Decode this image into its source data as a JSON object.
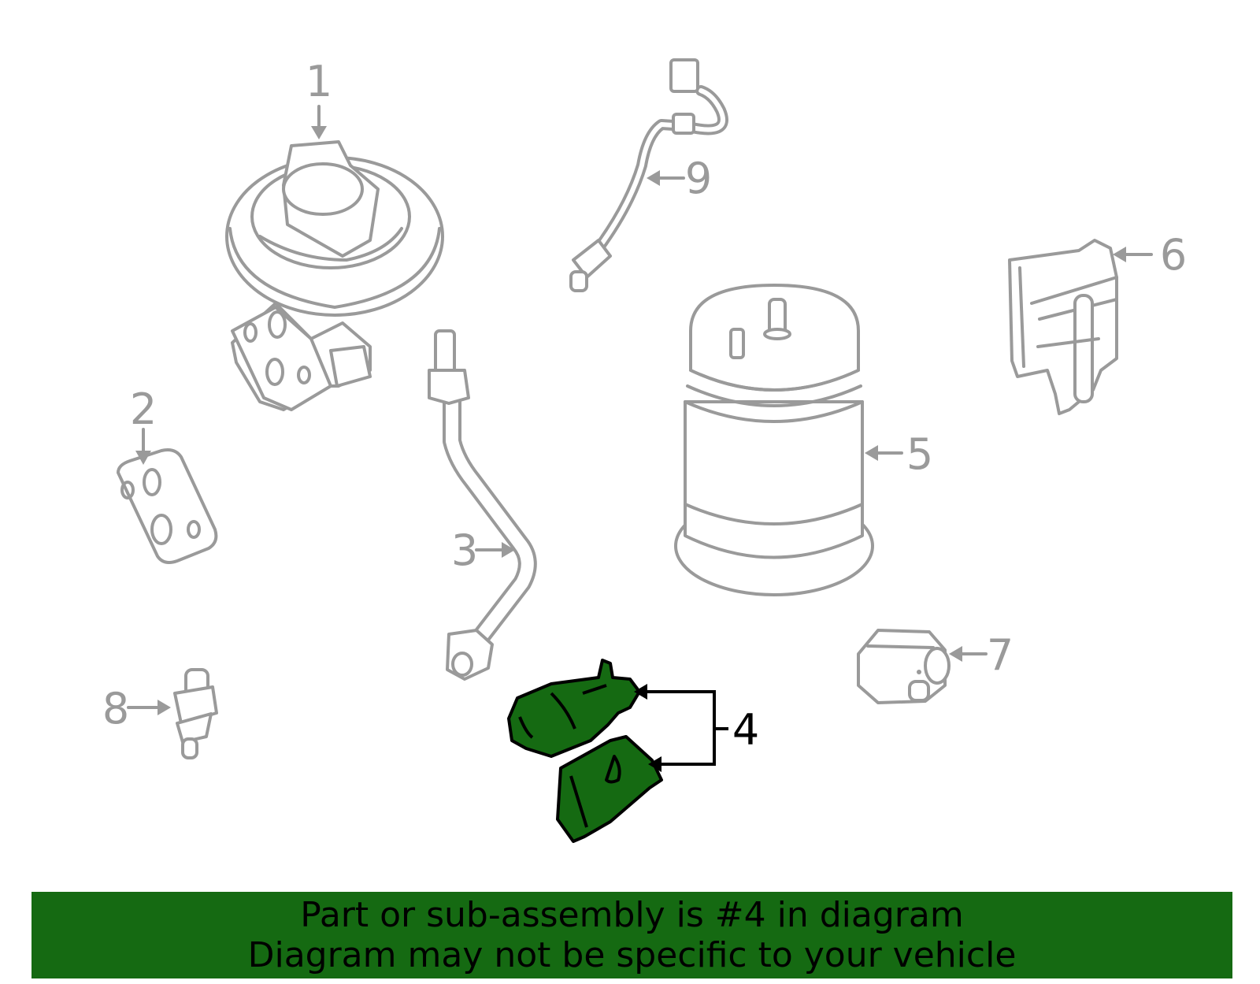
{
  "callouts": {
    "c1": "1",
    "c2": "2",
    "c3": "3",
    "c4": "4",
    "c5": "5",
    "c6": "6",
    "c7": "7",
    "c8": "8",
    "c9": "9"
  },
  "highlight": {
    "part_number": "4",
    "color": "#156a12"
  },
  "banner": {
    "line1": "Part or sub-assembly is #4 in diagram",
    "line2": "Diagram may not be specific to your vehicle",
    "background": "#156a12"
  }
}
